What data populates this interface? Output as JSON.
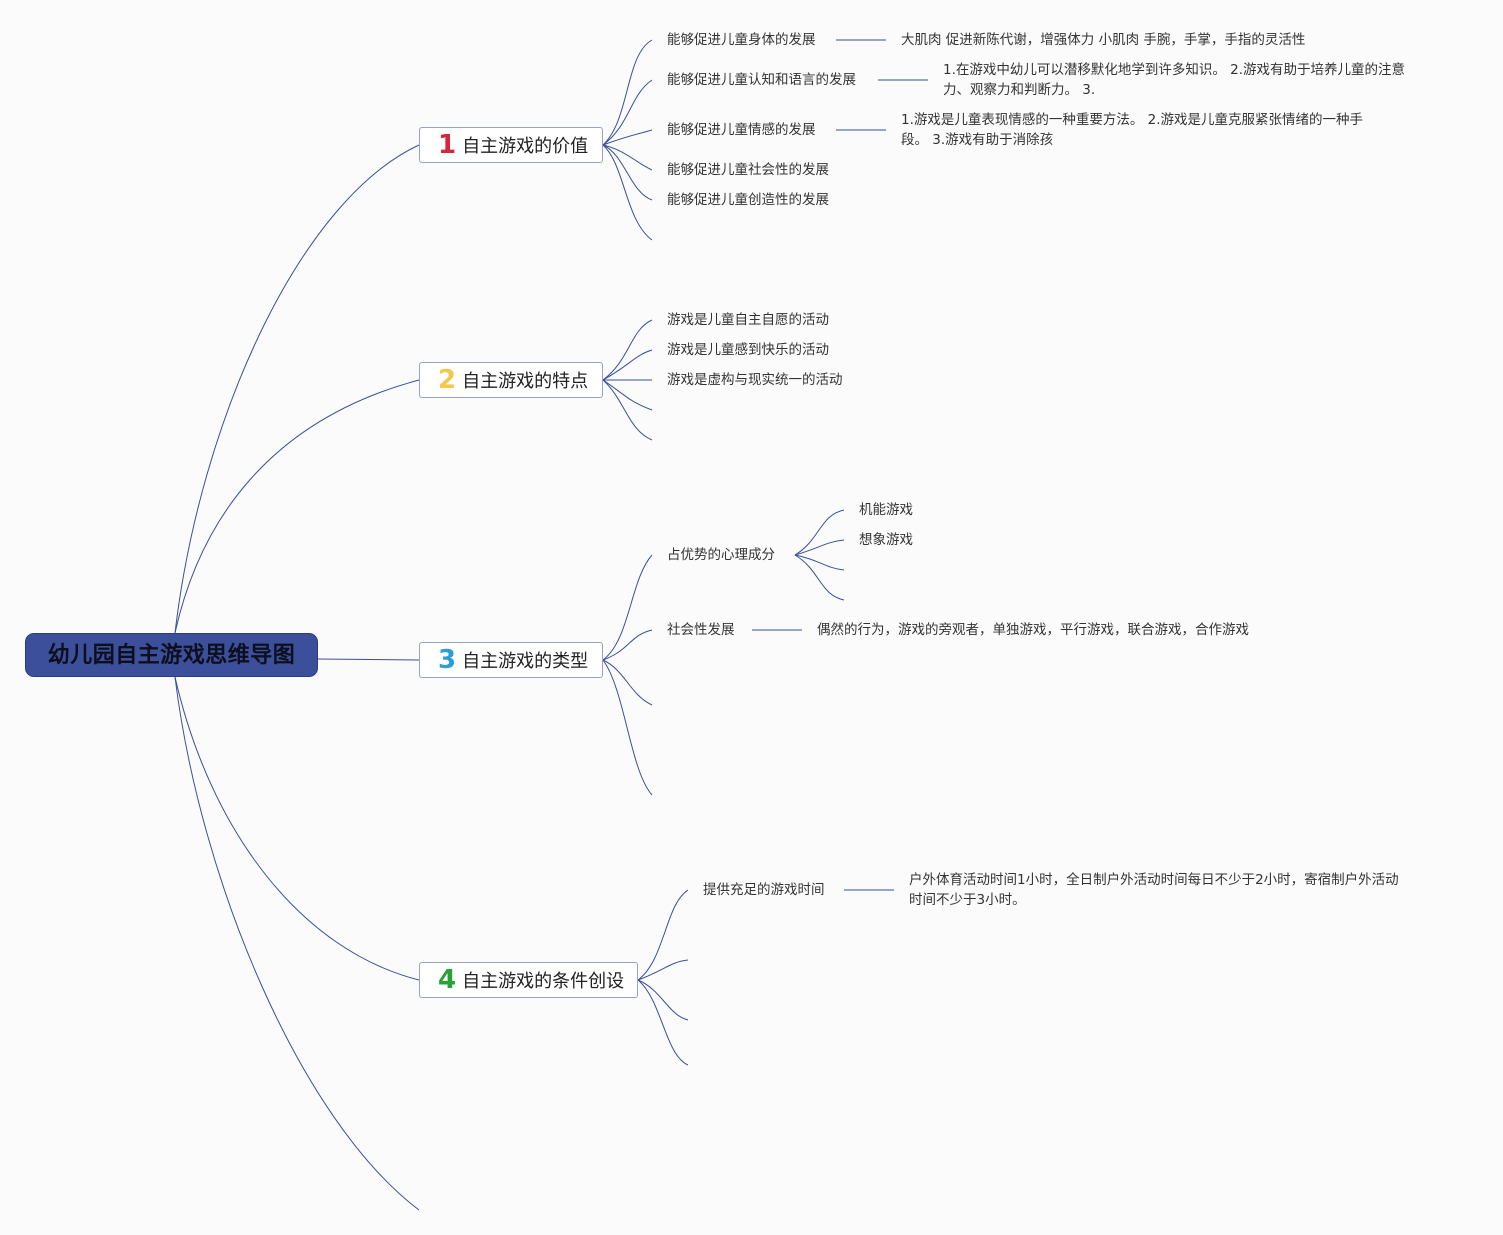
{
  "root": {
    "title": "幼儿园自主游戏思维导图"
  },
  "colors": {
    "line": "#3a4f9a",
    "root_bg": "#3b4f9a",
    "num1": "#d6263a",
    "num2": "#f2c94c",
    "num3": "#2d9cdb",
    "num4": "#27a236"
  },
  "branches": [
    {
      "num": "1",
      "title": "自主游戏的价值",
      "leaves": [
        {
          "text": "能够促进儿童身体的发展",
          "detail": "大肌肉 促进新陈代谢，增强体力 小肌肉 手腕，手掌，手指的灵活性"
        },
        {
          "text": "能够促进儿童认知和语言的发展",
          "detail": "1.在游戏中幼儿可以潜移默化地学到许多知识。 2.游戏有助于培养儿童的注意力、观察力和判断力。 3."
        },
        {
          "text": "能够促进儿童情感的发展",
          "detail": "1.游戏是儿童表现情感的一种重要方法。 2.游戏是儿童克服紧张情绪的一种手段。 3.游戏有助于消除孩"
        },
        {
          "text": "能够促进儿童社会性的发展"
        },
        {
          "text": "能够促进儿童创造性的发展"
        }
      ]
    },
    {
      "num": "2",
      "title": "自主游戏的特点",
      "leaves": [
        {
          "text": "游戏是儿童自主自愿的活动"
        },
        {
          "text": "游戏是儿童感到快乐的活动"
        },
        {
          "text": "游戏是虚构与现实统一的活动"
        }
      ]
    },
    {
      "num": "3",
      "title": "自主游戏的类型",
      "leaves": [
        {
          "text": "占优势的心理成分",
          "children": [
            "机能游戏",
            "想象游戏"
          ]
        },
        {
          "text": "社会性发展",
          "detail": "偶然的行为，游戏的旁观者，单独游戏，平行游戏，联合游戏，合作游戏"
        }
      ]
    },
    {
      "num": "4",
      "title": "自主游戏的条件创设",
      "leaves": [
        {
          "text": "提供充足的游戏时间",
          "detail": "户外体育活动时间1小时，全日制户外活动时间每日不少于2小时，寄宿制户外活动时间不少于3小时。"
        }
      ]
    }
  ]
}
